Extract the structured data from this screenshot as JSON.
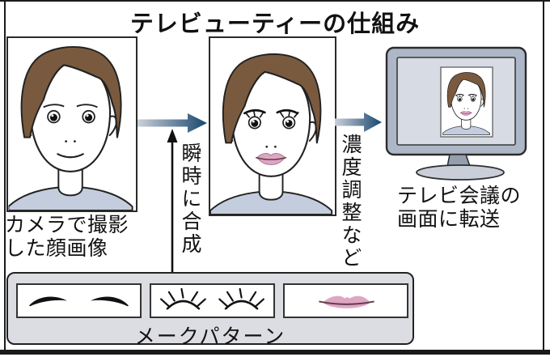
{
  "title": "テレビューティーの仕組み",
  "flow": {
    "source_caption_line1": "カメラで撮影",
    "source_caption_line2": "した顔画像",
    "composite_label": "瞬時に合成",
    "adjust_label": "濃度調整など",
    "output_caption_line1": "テレビ会議の",
    "output_caption_line2": "画面に転送"
  },
  "makeup_panel": {
    "label": "メークパターン",
    "items": [
      {
        "icon": "eyebrows-pattern"
      },
      {
        "icon": "eyelashes-pattern"
      },
      {
        "icon": "lips-pattern"
      }
    ]
  },
  "illustrations": {
    "source_face": "plain-face-illustration",
    "composited_face": "makeup-face-illustration",
    "monitor": "video-conference-monitor"
  },
  "colors": {
    "hair": "#7a5a3e",
    "shirt": "#c4cdde",
    "lips": "#dfa6c4",
    "lip_line": "#5f3b49",
    "arrow_light": "#ccd0da",
    "arrow_dark": "#17466e",
    "monitor_bezel": "#aeb7c7",
    "monitor_screen": "#d7dbe4",
    "panel_gray": "#dcdde3"
  }
}
